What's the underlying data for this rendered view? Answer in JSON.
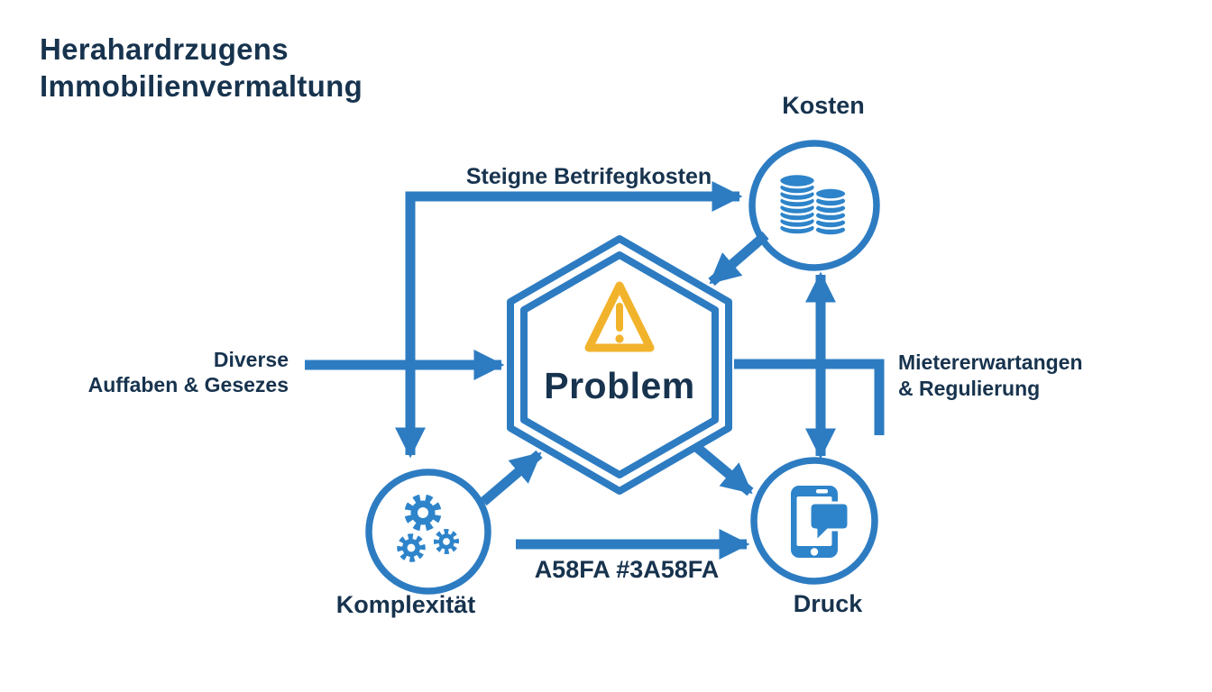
{
  "title": {
    "line1": "Herahardrzugens",
    "line2": "Immobilienvermaltung"
  },
  "center_node": {
    "label": "Problem",
    "icon": "warning-triangle-icon"
  },
  "nodes": {
    "kosten": {
      "label": "Kosten",
      "icon": "coins-icon"
    },
    "komplexitaet": {
      "label": "Komplexität",
      "icon": "gears-icon"
    },
    "druck": {
      "label": "Druck",
      "icon": "phone-chat-icon"
    }
  },
  "edge_labels": {
    "top_arrow": "Steigne Betrifegkosten",
    "left_arrow_line1": "Diverse",
    "left_arrow_line2": "Auffaben & Gesezes",
    "right_line_line1": "Mietererwartangen",
    "right_line_line2": "& Regulierung",
    "bottom_arrow": "A58FA #3A58FA"
  },
  "edges": [
    {
      "from": "top-left-elbow",
      "to": "kosten",
      "label": "Steigne Betrifegkosten",
      "arrow": "end"
    },
    {
      "from": "top-left-elbow",
      "to": "komplexitaet",
      "label": "",
      "arrow": "end"
    },
    {
      "from": "diverse-text",
      "to": "problem",
      "label": "Diverse Auffaben & Gesezes",
      "arrow": "end"
    },
    {
      "from": "problem",
      "to": "mieter-text",
      "label": "Mietererwartangen & Regulierung",
      "arrow": "none"
    },
    {
      "from": "kosten",
      "to": "problem",
      "label": "",
      "arrow": "end"
    },
    {
      "from": "kosten",
      "to": "druck",
      "label": "",
      "arrow": "both"
    },
    {
      "from": "komplexitaet",
      "to": "problem",
      "label": "",
      "arrow": "end"
    },
    {
      "from": "komplexitaet",
      "to": "druck",
      "label": "A58FA #3A58FA",
      "arrow": "end"
    },
    {
      "from": "problem",
      "to": "druck",
      "label": "",
      "arrow": "end"
    }
  ],
  "colors": {
    "arrow_blue": "#2d7cc2",
    "icon_blue": "#2e84ca",
    "navy": "#17334e",
    "warning_amber": "#f2b32c",
    "background": "#ffffff"
  }
}
